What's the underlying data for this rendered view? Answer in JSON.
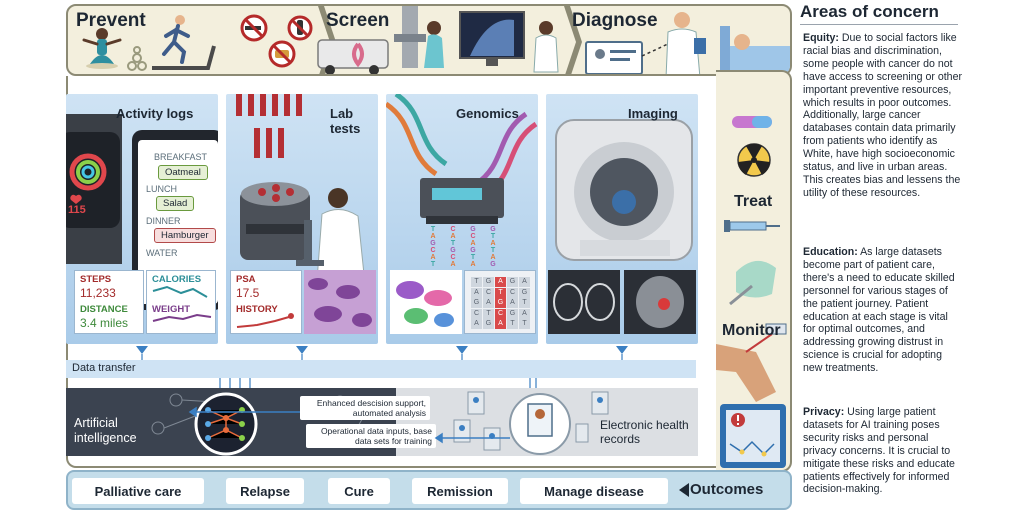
{
  "journey": {
    "prevent": "Prevent",
    "screen": "Screen",
    "diagnose": "Diagnose",
    "treat": "Treat",
    "monitor": "Monitor"
  },
  "columns": {
    "activity": "Activity logs",
    "lab": "Lab tests",
    "genomics": "Genomics",
    "imaging": "Imaging"
  },
  "activity": {
    "meals": [
      {
        "label": "BREAKFAST",
        "item": "Oatmeal"
      },
      {
        "label": "LUNCH",
        "item": "Salad"
      },
      {
        "label": "DINNER",
        "item": "Hamburger"
      },
      {
        "label": "WATER",
        "item": ""
      }
    ],
    "watch_value": "115",
    "steps_label": "STEPS",
    "steps_value": "11,233",
    "distance_label": "DISTANCE",
    "distance_value": "3.4 miles",
    "calories_label": "CALORIES",
    "weight_label": "WEIGHT"
  },
  "lab": {
    "psa_label": "PSA",
    "psa_value": "17.5",
    "history_label": "HISTORY"
  },
  "genomics": {
    "strand_letters": [
      "T",
      "A",
      "G",
      "C",
      "A",
      "T",
      "G",
      "C",
      "A",
      "G",
      "T",
      "A"
    ]
  },
  "flow": {
    "data_transfer": "Data transfer",
    "ai": "Artificial intelligence",
    "ehr": "Electronic health records",
    "decision_support": "Enhanced descision support, automated analysis",
    "operational": "Operational data inputs, base data sets for training"
  },
  "outcomes": {
    "title": "Outcomes",
    "items": [
      "Palliative care",
      "Relapse",
      "Cure",
      "Remission",
      "Manage disease"
    ]
  },
  "concerns": {
    "title": "Areas of concern",
    "equity_head": "Equity:",
    "equity_body": " Due to social factors like racial bias and discrimination, some people with cancer do not have access to screening or other important preventive resources, which results in poor outcomes. Additionally, large cancer databases contain data primarily from patients who identify as White, have high socioeconomic status, and live in urban areas. This creates bias and lessens the utility of these resources.",
    "education_head": "Education:",
    "education_body": " As large datasets become part of patient care, there's a need to educate skilled personnel for various stages of the patient journey. Patient education at each stage is vital for optimal outcomes, and addressing growing distrust in science is crucial for adopting new treatments.",
    "privacy_head": "Privacy:",
    "privacy_body": " Using large patient datasets for AI training poses security risks and personal privacy concerns. It is crucial to mitigate these risks and educate patients effectively for informed decision-making."
  },
  "colors": {
    "panel_blue": "#cfe3f4",
    "ai_dark": "#3b4350",
    "outcome_blue": "#c4ddea",
    "journey_beige": "#f3efdd",
    "steps_red": "#a32b2b",
    "distance_green": "#3e8a3b",
    "calories_teal": "#2c8f98",
    "weight_purple": "#7a3d8a"
  }
}
